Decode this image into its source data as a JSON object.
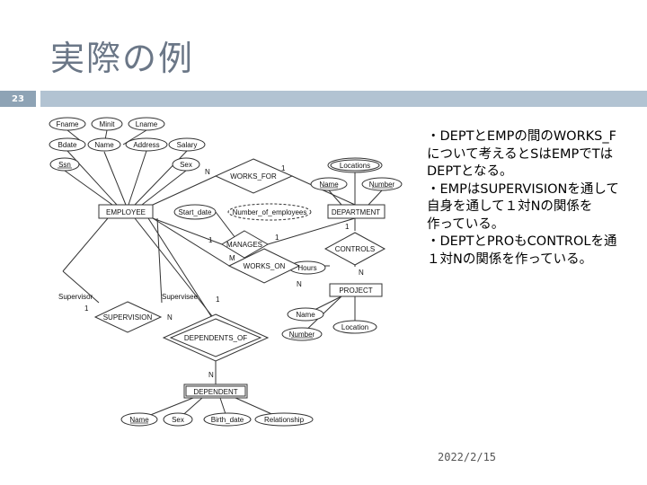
{
  "slide": {
    "title": "実際の例",
    "page_number": "23",
    "date": "2022/2/15"
  },
  "bullets": [
    "・DEPTとEMPの間のWORKS_F",
    "について考えるとSはEMPでTは",
    "DEPTとなる。",
    "・EMPはSUPERVISIONを通して",
    "自身を通して１対Nの関係を",
    "作っている。",
    "・DEPTとPROもCONTROLを通",
    "１対Nの関係を作っている。"
  ],
  "diagram": {
    "entities": {
      "employee": "EMPLOYEE",
      "department": "DEPARTMENT",
      "project": "PROJECT",
      "dependent": "DEPENDENT"
    },
    "relationships": {
      "works_for": "WORKS_FOR",
      "manages": "MANAGES",
      "works_on": "WORKS_ON",
      "controls": "CONTROLS",
      "supervision": "SUPERVISION",
      "dependents_of": "DEPENDENTS_OF"
    },
    "attributes": {
      "fname": "Fname",
      "minit": "Minit",
      "lname": "Lname",
      "bdate": "Bdate",
      "name": "Name",
      "address": "Address",
      "salary": "Salary",
      "ssn": "Ssn",
      "sex": "Sex",
      "start_date": "Start_date",
      "number_of_employees": "Number_of_employees",
      "locations": "Locations",
      "dept_name": "Name",
      "dept_number": "Number",
      "hours": "Hours",
      "proj_name": "Name",
      "proj_number": "Number",
      "location": "Location",
      "dep_name": "Name",
      "dep_sex": "Sex",
      "birth_date": "Birth_date",
      "relationship": "Relationship"
    },
    "cardinalities": {
      "wf_n": "N",
      "wf_1": "1",
      "mg_1a": "1",
      "mg_1b": "1",
      "wo_m": "M",
      "wo_n": "N",
      "ct_1": "1",
      "ct_n": "N",
      "sp_1": "1",
      "sp_n": "N",
      "dp_1": "1",
      "dp_n": "N"
    },
    "roles": {
      "supervisor": "Supervisor",
      "supervisee": "Supervisee"
    }
  }
}
